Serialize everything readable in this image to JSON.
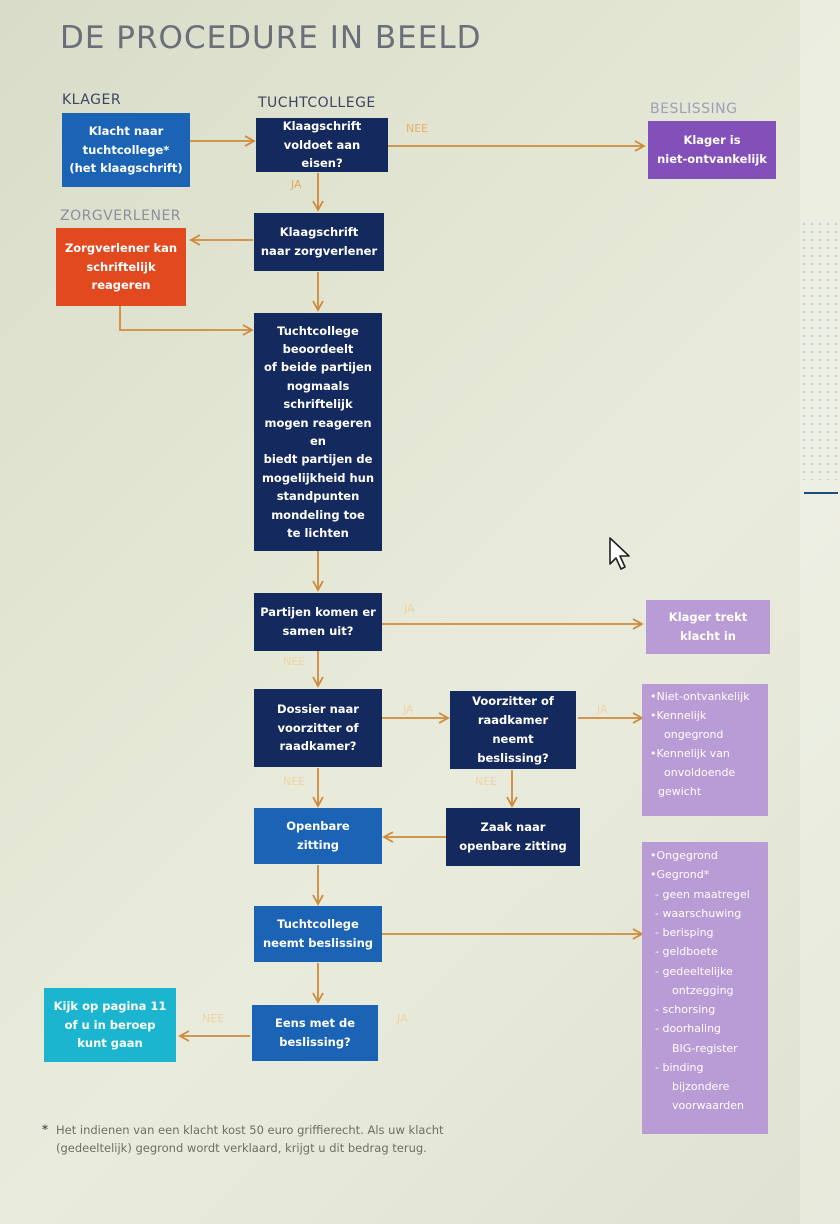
{
  "title": "DE PROCEDURE IN BEELD",
  "columns": {
    "klager": "KLAGER",
    "tuchtcollege": "TUCHTCOLLEGE",
    "beslissing": "BESLISSING",
    "zorgverlener": "ZORGVERLENER"
  },
  "boxes": {
    "klacht": [
      "Klacht naar",
      "tuchtcollege*",
      "(het klaagschrift)"
    ],
    "voldoet": [
      "Klaagschrift",
      "voldoet aan eisen?"
    ],
    "niet_ontvankelijk": [
      "Klager is",
      "niet-ontvankelijk"
    ],
    "naar_zorgverlener": [
      "Klaagschrift",
      "naar zorgverlener"
    ],
    "zorgverlener_reageert": [
      "Zorgverlener kan",
      "schriftelijk",
      "reageren"
    ],
    "beoordeelt": [
      "Tuchtcollege",
      "beoordeelt",
      "of beide partijen",
      "nogmaals",
      "schriftelijk",
      "mogen reageren en",
      "biedt partijen de",
      "mogelijkheid hun",
      "standpunten",
      "mondeling toe",
      "te lichten"
    ],
    "samen_uit": [
      "Partijen komen er",
      "samen uit?"
    ],
    "trekt_in": [
      "Klager trekt",
      "klacht in"
    ],
    "dossier": [
      "Dossier naar",
      "voorzitter of",
      "raadkamer?"
    ],
    "voorzitter_beslist": [
      "Voorzitter of",
      "raadkamer neemt",
      "beslissing?"
    ],
    "zaak_naar_zitting": [
      "Zaak naar",
      "openbare zitting"
    ],
    "openbare_zitting": [
      "Openbare",
      "zitting"
    ],
    "neemt_beslissing": [
      "Tuchtcollege",
      "neemt beslissing"
    ],
    "eens": [
      "Eens met de",
      "beslissing?"
    ],
    "beroep": [
      "Kijk op pagina 11",
      "of u in beroep",
      "kunt gaan"
    ]
  },
  "outcomes_raadkamer": [
    {
      "text": "Niet-ontvankelijk",
      "type": "main"
    },
    {
      "text": "Kennelijk",
      "type": "main"
    },
    {
      "text": "ongegrond",
      "type": "sub"
    },
    {
      "text": "Kennelijk van",
      "type": "main"
    },
    {
      "text": "onvoldoende",
      "type": "sub"
    },
    {
      "text": "gewicht",
      "type": "cont"
    }
  ],
  "outcomes_zitting": [
    {
      "text": "Ongegrond",
      "type": "main"
    },
    {
      "text": "Gegrond*",
      "type": "main"
    },
    {
      "text": "geen maatregel",
      "type": "dash"
    },
    {
      "text": "waarschuwing",
      "type": "dash"
    },
    {
      "text": "berisping",
      "type": "dash"
    },
    {
      "text": "geldboete",
      "type": "dash"
    },
    {
      "text": "gedeeltelijke",
      "type": "dash"
    },
    {
      "text": "ontzegging",
      "type": "sub"
    },
    {
      "text": "schorsing",
      "type": "dash"
    },
    {
      "text": "doorhaling",
      "type": "dash"
    },
    {
      "text": "BIG-register",
      "type": "sub"
    },
    {
      "text": "binding",
      "type": "dash"
    },
    {
      "text": "bijzondere",
      "type": "sub"
    },
    {
      "text": "voorwaarden",
      "type": "sub"
    }
  ],
  "labels": {
    "nee_1": "NEE",
    "ja_1": "JA",
    "ja_2": "JA",
    "nee_2": "NEE",
    "ja_3": "JA",
    "ja_4": "JA",
    "nee_3": "NEE",
    "nee_4": "NEE",
    "nee_5": "NEE",
    "ja_5": "JA"
  },
  "footnote": {
    "star": "*",
    "line1": "Het indienen van een klacht kost 50 euro griffierecht. Als uw klacht",
    "line2": "(gedeeltelijk) gegrond wordt verklaard, krijgt u dit bedrag terug."
  },
  "colors": {
    "navy": "#14295e",
    "blue": "#1b64b5",
    "red": "#e3491f",
    "cyan": "#1bb5cf",
    "purple": "#8250b8",
    "lilac": "#b99bd6",
    "arrow": "#cf8a3a"
  }
}
